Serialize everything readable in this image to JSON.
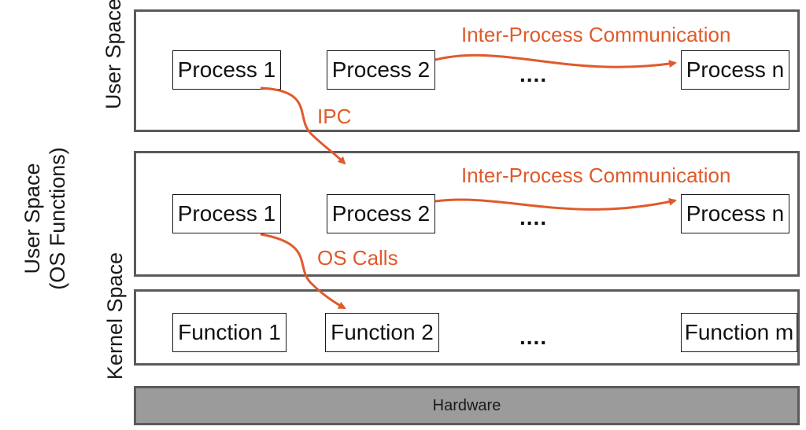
{
  "layers": {
    "user_space": {
      "label": "User Space",
      "processes": [
        "Process 1",
        "Process 2",
        "Process n"
      ],
      "ellipsis": "....",
      "ipc_label": "Inter-Process Communication"
    },
    "os_functions": {
      "processes": [
        "Process 1",
        "Process 2",
        "Process n"
      ],
      "ellipsis": "....",
      "ipc_label": "Inter-Process Communication"
    },
    "kernel_space": {
      "label": "Kernel Space",
      "functions": [
        "Function 1",
        "Function 2",
        "Function m"
      ],
      "ellipsis": "...."
    },
    "hardware": {
      "label": "Hardware"
    }
  },
  "side_label": {
    "line1": "User Space",
    "line2": "(OS Functions)"
  },
  "connectors": {
    "ipc": "IPC",
    "os_calls": "OS Calls"
  },
  "colors": {
    "accent": "#e05a2b",
    "border": "#5a5a5a",
    "hardware_fill": "#9b9b9b"
  }
}
